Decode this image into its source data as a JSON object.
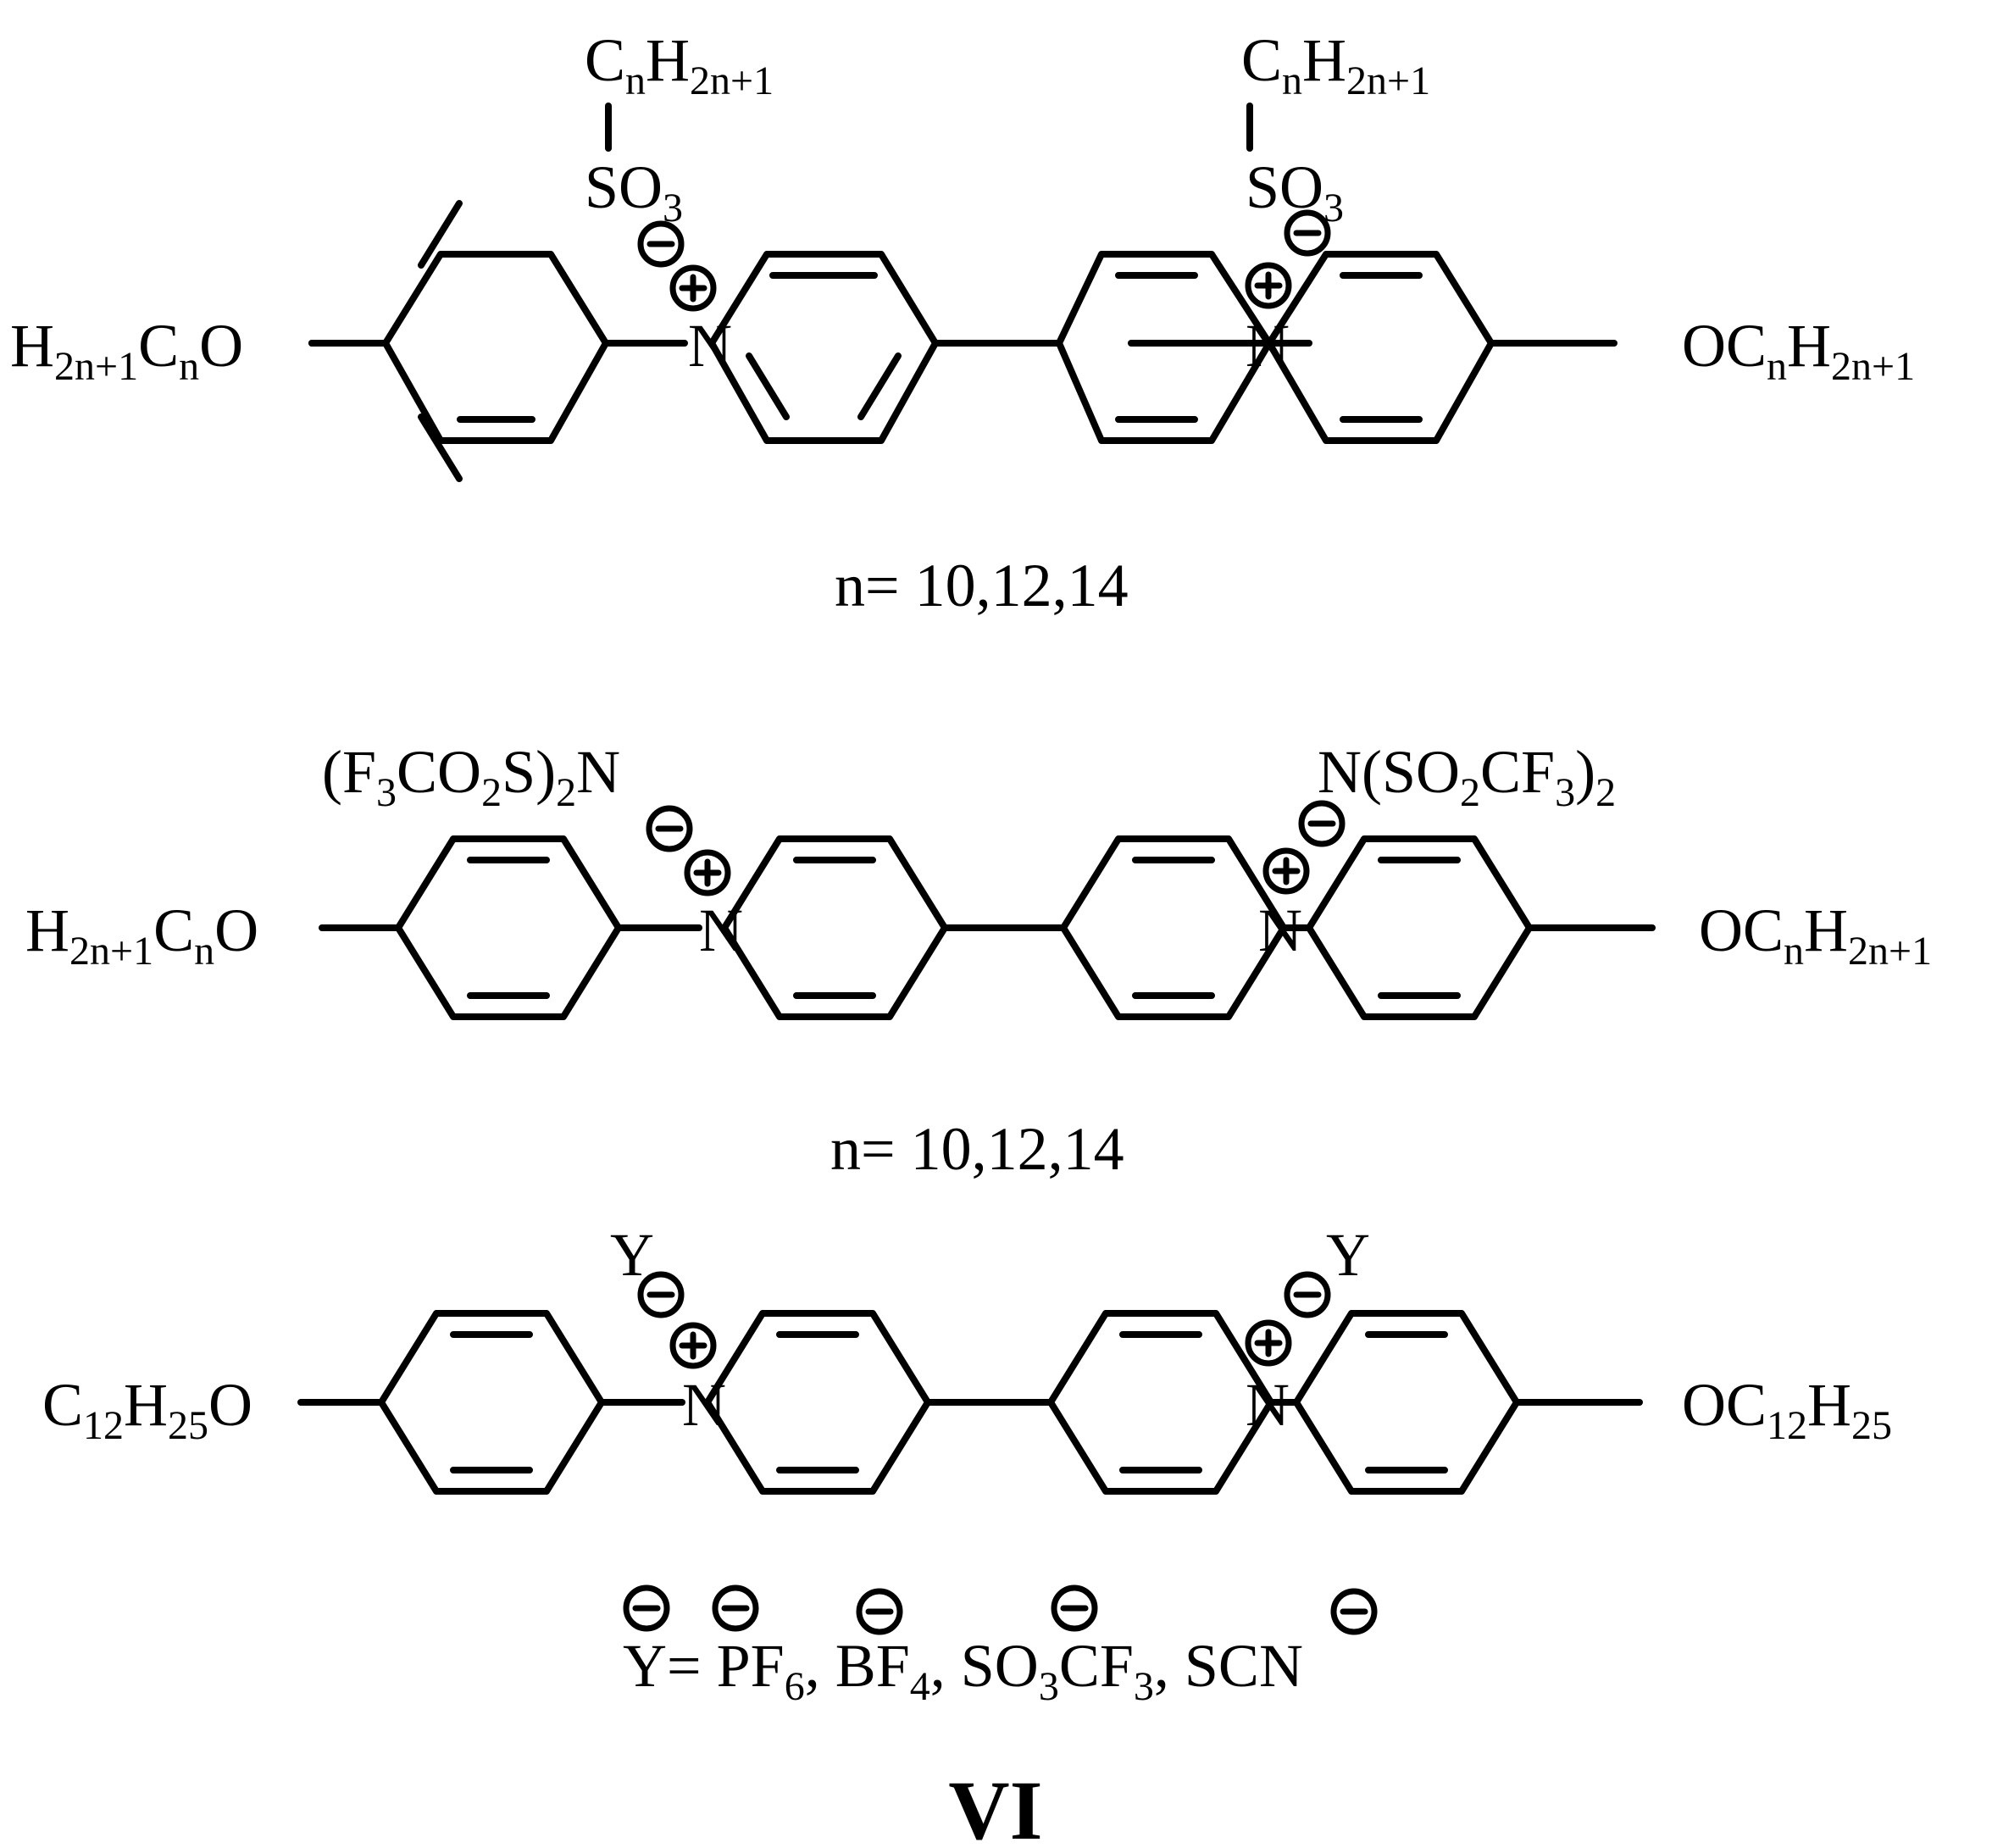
{
  "molecules": [
    {
      "left_chain": [
        "H",
        "2n+1",
        "C",
        "n",
        "O"
      ],
      "right_chain": [
        "O",
        "C",
        "n",
        "H",
        "2n+1"
      ],
      "nitrogen": "N",
      "left_anion": [
        "C",
        "n",
        "H",
        "2n+1",
        "S",
        "O",
        "3"
      ],
      "right_anion": [
        "C",
        "n",
        "H",
        "2n+1",
        "S",
        "O",
        "3"
      ],
      "caption": "n= 10,12,14"
    },
    {
      "left_chain": [
        "H",
        "2n+1",
        "C",
        "n",
        "O"
      ],
      "right_chain": [
        "O",
        "C",
        "n",
        "H",
        "2n+1"
      ],
      "nitrogen": "N",
      "left_anion": [
        "(F",
        "3",
        "CO",
        "2",
        "S)",
        "2",
        "N"
      ],
      "right_anion": [
        "N(SO",
        "2",
        "CF",
        "3",
        ")",
        "2"
      ],
      "caption": "n= 10,12,14"
    },
    {
      "left_chain": [
        "C",
        "12",
        "H",
        "25",
        "O"
      ],
      "right_chain": [
        "OC",
        "12",
        "H",
        "25"
      ],
      "nitrogen": "N",
      "left_anion": [
        "Y"
      ],
      "right_anion": [
        "Y"
      ],
      "caption": [
        "Y= PF",
        "6",
        ", BF",
        "4",
        ", SO",
        "3",
        "CF",
        "3",
        ", SCN"
      ]
    }
  ],
  "title": "VI"
}
